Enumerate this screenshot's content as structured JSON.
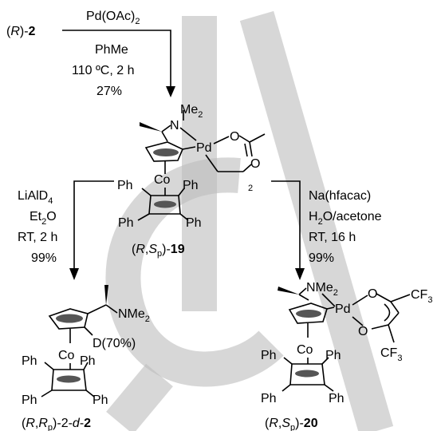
{
  "scheme": {
    "start": {
      "prefix": "(",
      "config": "R",
      "suffix": ")-",
      "id": "2"
    },
    "step1": {
      "reagent_main": "Pd(OAc)",
      "reagent_sub": "2",
      "solvent": "PhMe",
      "temp": "110 ºC, 2 h",
      "yield": "27%"
    },
    "complex19": {
      "me2": "Me",
      "me2_sub": "2",
      "n": "N",
      "pd": "Pd",
      "o1": "O",
      "o2": "O",
      "dimer_sub": "2",
      "co": "Co",
      "ph": "Ph",
      "label_prefix": "(",
      "label_config_R": "R",
      "label_comma": ",",
      "label_config_S": "S",
      "label_sub_p": "p",
      "label_suffix": ")-",
      "label_id": "19"
    },
    "left_conditions": {
      "reagent_main": "LiAlD",
      "reagent_sub": "4",
      "solvent_main": "Et",
      "solvent_sub": "2",
      "solvent_tail": "O",
      "temp": "RT, 2 h",
      "yield": "99%"
    },
    "right_conditions": {
      "reagent": "Na(hfacac)",
      "solvent_a": "H",
      "solvent_sub": "2",
      "solvent_b": "O/acetone",
      "temp": "RT, 16 h",
      "yield": "99%"
    },
    "product_left": {
      "nme2": "NMe",
      "nme2_sub": "2",
      "d_label": "D(70%)",
      "co": "Co",
      "ph": "Ph",
      "label_prefix": "(",
      "label_config_R": "R",
      "label_comma": ",",
      "label_config_R2": "R",
      "label_sub_p": "p",
      "label_suffix": ")-2-",
      "label_d": "d",
      "label_dash": "-",
      "label_id": "2"
    },
    "product_right": {
      "nme2": "NMe",
      "nme2_sub": "2",
      "pd": "Pd",
      "o1": "O",
      "o2": "O",
      "cf3_main": "CF",
      "cf3_sub": "3",
      "co": "Co",
      "ph": "Ph",
      "label_prefix": "(",
      "label_config_R": "R",
      "label_comma": ",",
      "label_config_S": "S",
      "label_sub_p": "p",
      "label_suffix": ")-",
      "label_id": "20"
    }
  }
}
